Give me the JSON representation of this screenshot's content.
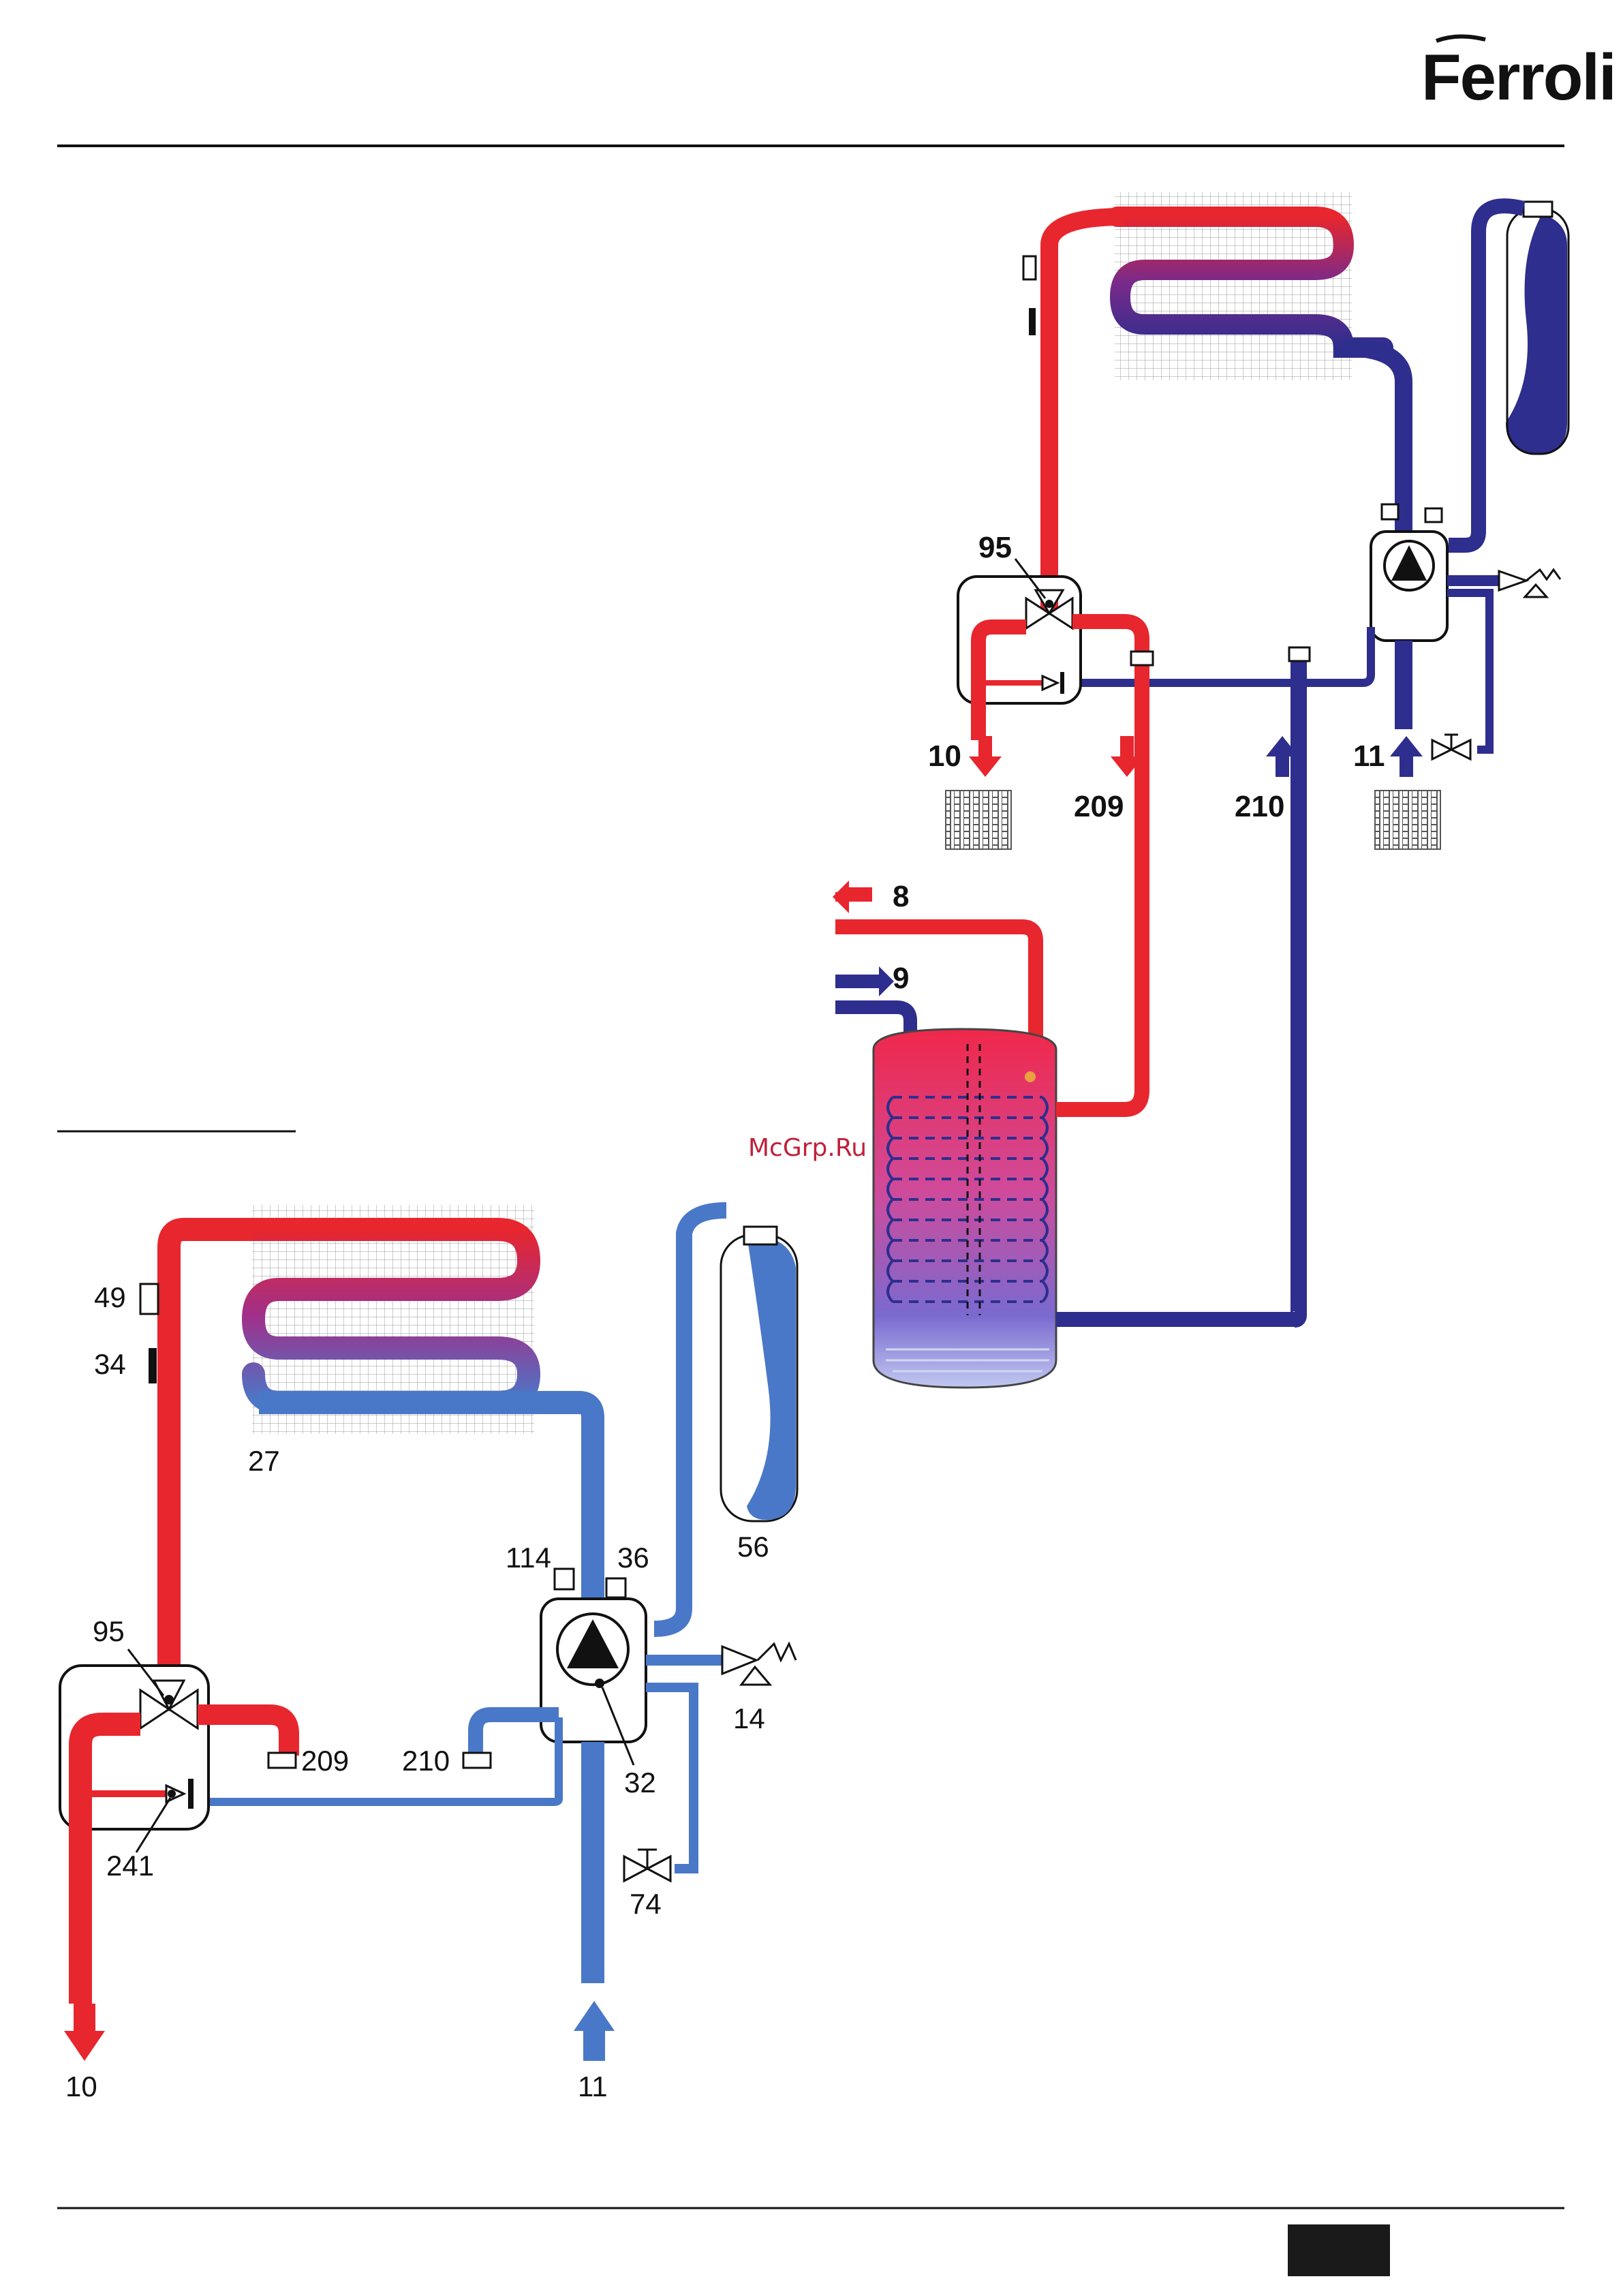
{
  "brand": {
    "logo_text": "Ferroli"
  },
  "watermark": "McGrp.Ru",
  "colors": {
    "hot": "#e8262e",
    "cold": "#2e2e8e",
    "cold_light": "#4a78c8",
    "page_box": "#111111"
  },
  "upper_diagram": {
    "labels": {
      "valve": "95",
      "heating_out": "10",
      "heating_in": "11",
      "dhw_flow": "209",
      "dhw_return": "210",
      "hot_water_out": "8",
      "cold_water_in": "9"
    }
  },
  "lower_diagram": {
    "labels": {
      "flow_sensor": "49",
      "safety_thermostat": "34",
      "exchanger": "27",
      "expansion_vessel": "56",
      "air_vent": "114",
      "pump_vent": "36",
      "valve": "95",
      "dhw_flow": "209",
      "dhw_return": "210",
      "safety_valve": "14",
      "pump": "32",
      "bypass": "241",
      "drain_cock": "74",
      "heating_out": "10",
      "heating_in": "11"
    }
  }
}
